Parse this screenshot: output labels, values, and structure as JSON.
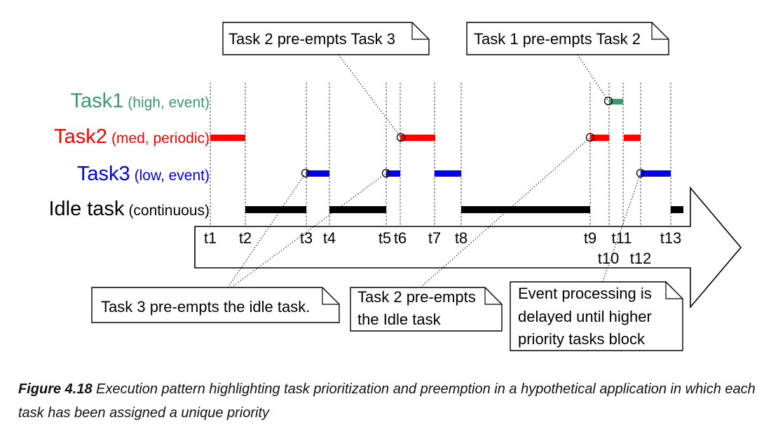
{
  "colors": {
    "task1": "#3c9a6e",
    "task2": "#ff0000",
    "task3": "#0000ee",
    "idle": "#000000"
  },
  "rows": [
    {
      "id": "task1",
      "name": "Task1",
      "detail": "(high, event)"
    },
    {
      "id": "task2",
      "name": "Task2",
      "detail": "(med, periodic)"
    },
    {
      "id": "task3",
      "name": "Task3",
      "detail": "(low, event)"
    },
    {
      "id": "idle",
      "name": "Idle task",
      "detail": "(continuous)"
    }
  ],
  "time_labels": [
    "t1",
    "t2",
    "t3",
    "t4",
    "t5",
    "t6",
    "t7",
    "t8",
    "t9",
    "t10",
    "t11",
    "t12",
    "t13"
  ],
  "callouts": {
    "task2_preempts_task3": "Task 2 pre-empts Task 3",
    "task1_preempts_task2": "Task 1 pre-empts Task 2",
    "task3_preempts_idle": "Task 3 pre-empts the idle task.",
    "task2_preempts_idle": [
      "Task 2 pre-empts",
      "the Idle task"
    ],
    "event_delayed": [
      "Event processing is",
      "delayed until higher",
      "priority tasks block"
    ]
  },
  "caption": {
    "label": "Figure 4.18",
    "text": " Execution pattern highlighting task prioritization and preemption in a hypothetical application in which each task has been assigned a unique priority"
  }
}
